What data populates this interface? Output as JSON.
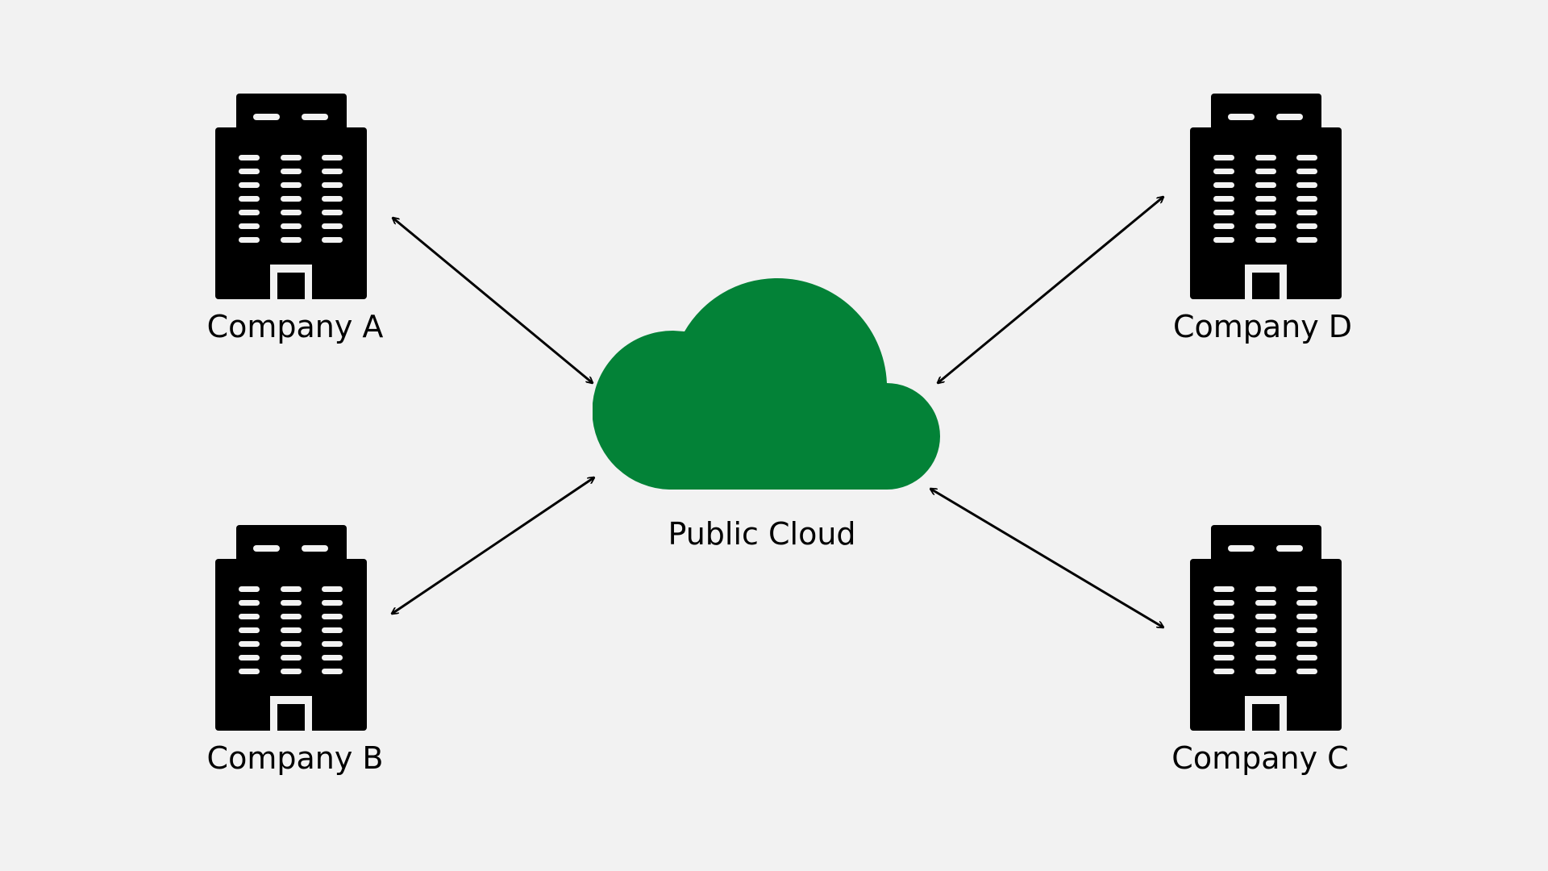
{
  "diagram": {
    "center": {
      "label": "Public Cloud",
      "icon": "cloud-icon",
      "color": "#038237"
    },
    "nodes": [
      {
        "id": "company-a",
        "label": "Company A",
        "icon": "building-icon"
      },
      {
        "id": "company-b",
        "label": "Company B",
        "icon": "building-icon"
      },
      {
        "id": "company-c",
        "label": "Company C",
        "icon": "building-icon"
      },
      {
        "id": "company-d",
        "label": "Company D",
        "icon": "building-icon"
      }
    ],
    "connections": [
      {
        "from": "company-a",
        "to": "public-cloud",
        "direction": "bidirectional"
      },
      {
        "from": "company-b",
        "to": "public-cloud",
        "direction": "bidirectional"
      },
      {
        "from": "company-c",
        "to": "public-cloud",
        "direction": "bidirectional"
      },
      {
        "from": "company-d",
        "to": "public-cloud",
        "direction": "bidirectional"
      }
    ],
    "colors": {
      "background": "#f2f2f2",
      "building": "#000000",
      "arrow": "#000000"
    }
  }
}
